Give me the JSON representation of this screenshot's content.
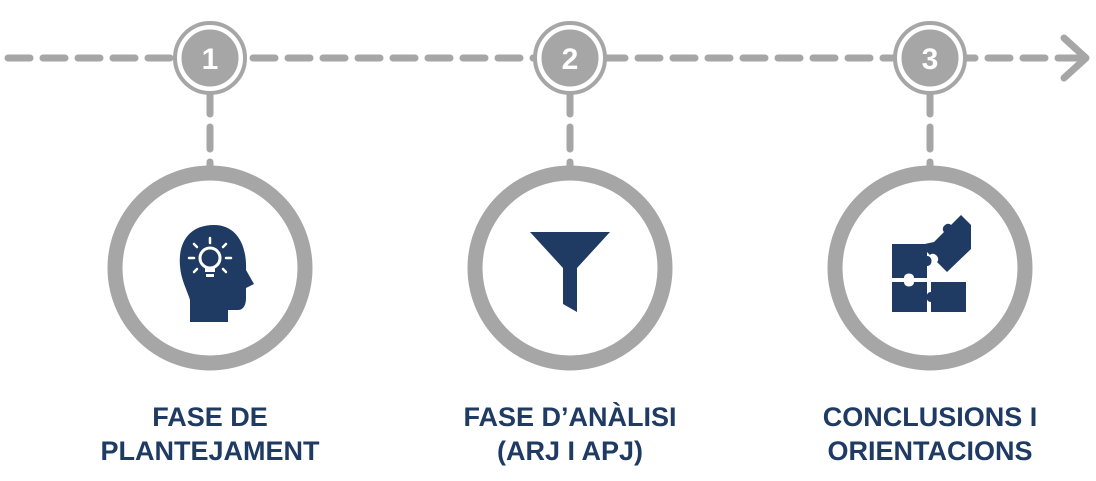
{
  "colors": {
    "track": "#a6a6a6",
    "accent": "#1f3a63",
    "background": "#ffffff"
  },
  "steps": [
    {
      "number": "1",
      "icon": "head-lightbulb-icon",
      "title_lines": [
        "FASE DE",
        "PLANTEJAMENT"
      ]
    },
    {
      "number": "2",
      "icon": "funnel-icon",
      "title_lines": [
        "FASE D’ANÀLISI",
        "(ARJ I APJ)"
      ]
    },
    {
      "number": "3",
      "icon": "puzzle-icon",
      "title_lines": [
        "CONCLUSIONS I",
        "ORIENTACIONS"
      ]
    }
  ]
}
